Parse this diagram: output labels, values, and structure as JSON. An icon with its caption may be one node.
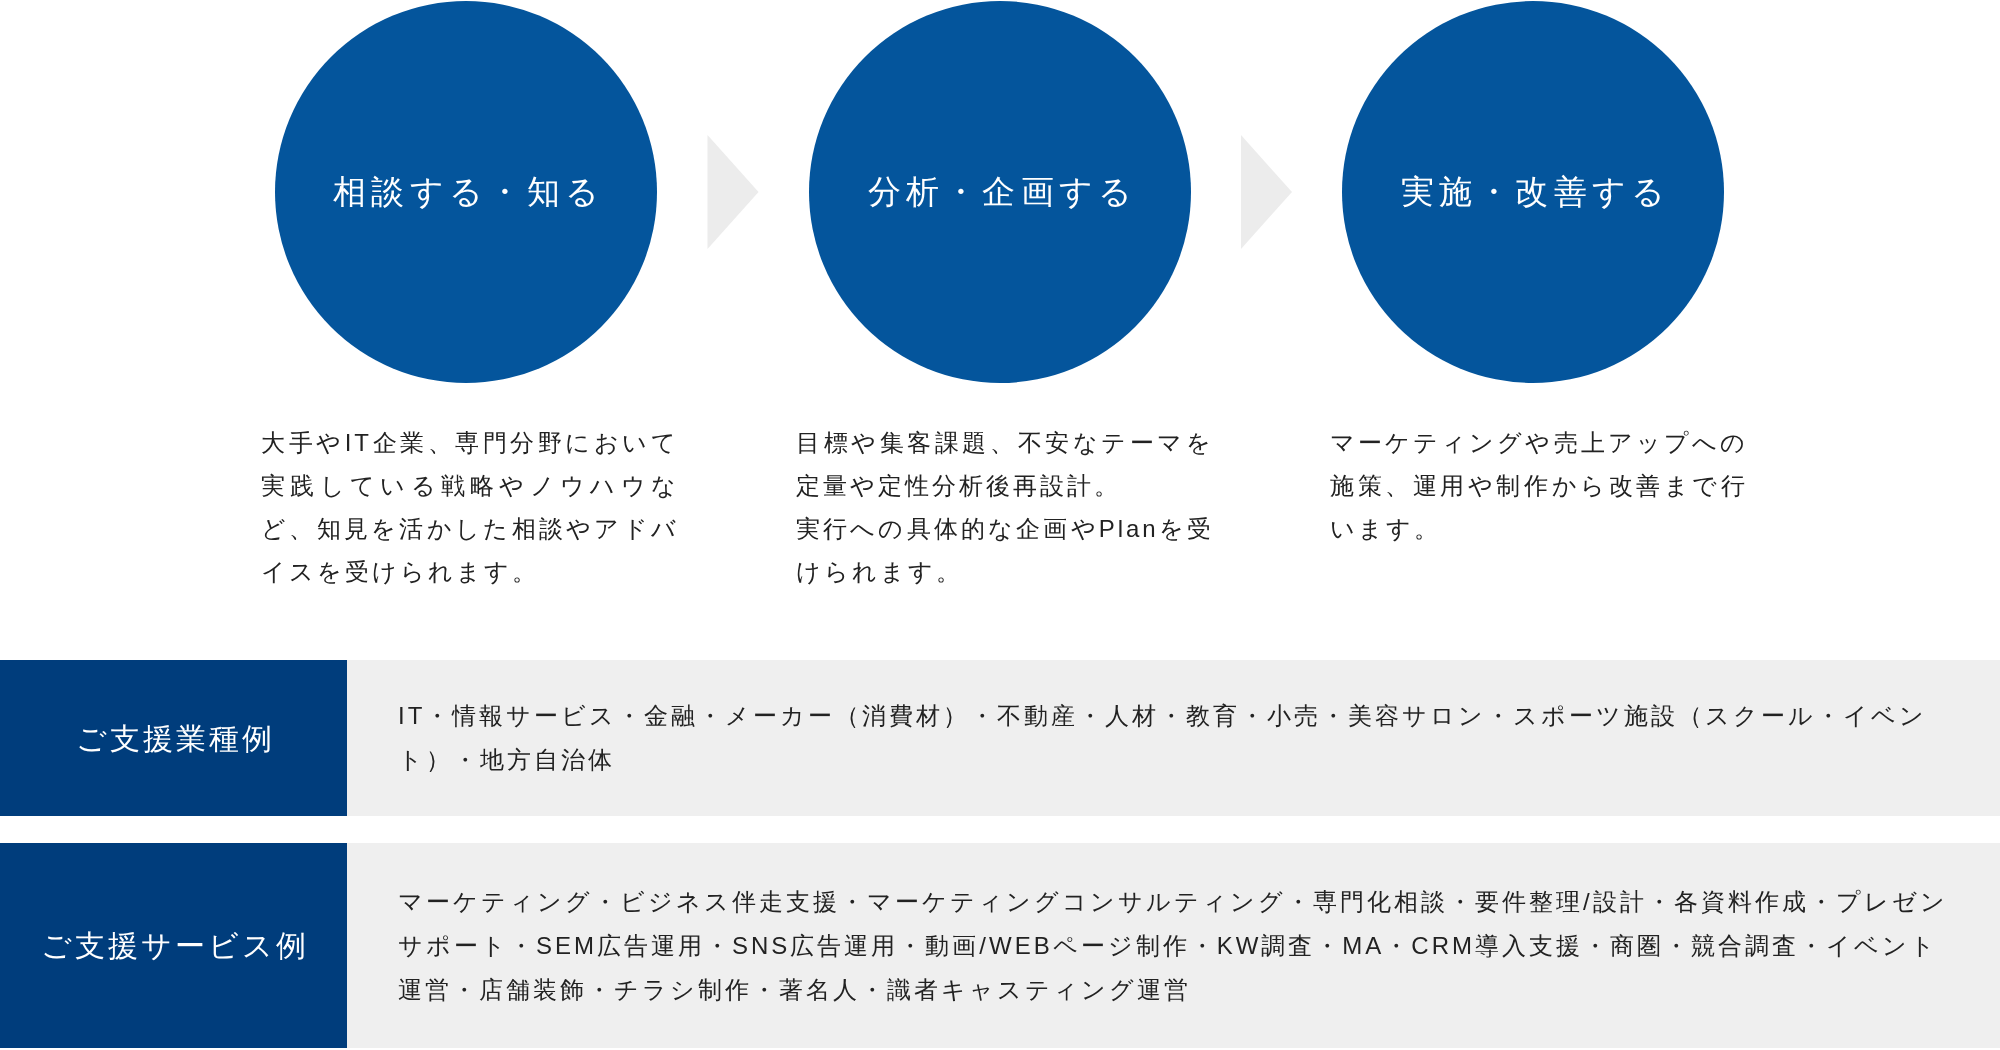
{
  "diagram": {
    "nodes": [
      {
        "text": [
          "相談する・知る"
        ],
        "beside": [
          "大手やIT企業、専門分野において実践している戦略やノウハウなど、知見を活かした相談やアドバイスを受けられます。"
        ]
      },
      {
        "text": [
          "分析・企画する"
        ],
        "beside": [
          "目標や集客課題、不安なテーマを定量や定性分析後再設計。",
          "実行への具体的な企画やPlanを受けられます。"
        ]
      },
      {
        "text": [
          "実施・改善する"
        ],
        "beside": [
          "マーケティングや売上アップへの施策、運用や制作から改善まで行います。"
        ]
      },
      {
        "text": [
          "ご支援業種例"
        ]
      },
      {
        "text": [
          "IT・情報サービス・金融・メーカー（消費材）・不動産・人材・教育・小売・美容サロン・スポーツ施設（スクール・イベント）・地方自治体"
        ]
      },
      {
        "text": [
          "ご支援サービス例"
        ]
      },
      {
        "text": [
          "マーケティング・ビジネス伴走支援・マーケティングコンサルティング・専門化相談・要件整理/設計・各資料作成・プレゼンサポート・SEM広告運用・SNS広告運用・動画/WEBページ制作・KW調査・MA・CRM導入支援・商圏・競合調査・イベント運営・店舗装飾・チラシ制作・著名人・識者キャスティング運営"
        ]
      }
    ],
    "edges": [
      {
        "from": 0,
        "to": 1,
        "arrow": "to"
      },
      {
        "from": 1,
        "to": 2,
        "arrow": "to"
      }
    ]
  }
}
